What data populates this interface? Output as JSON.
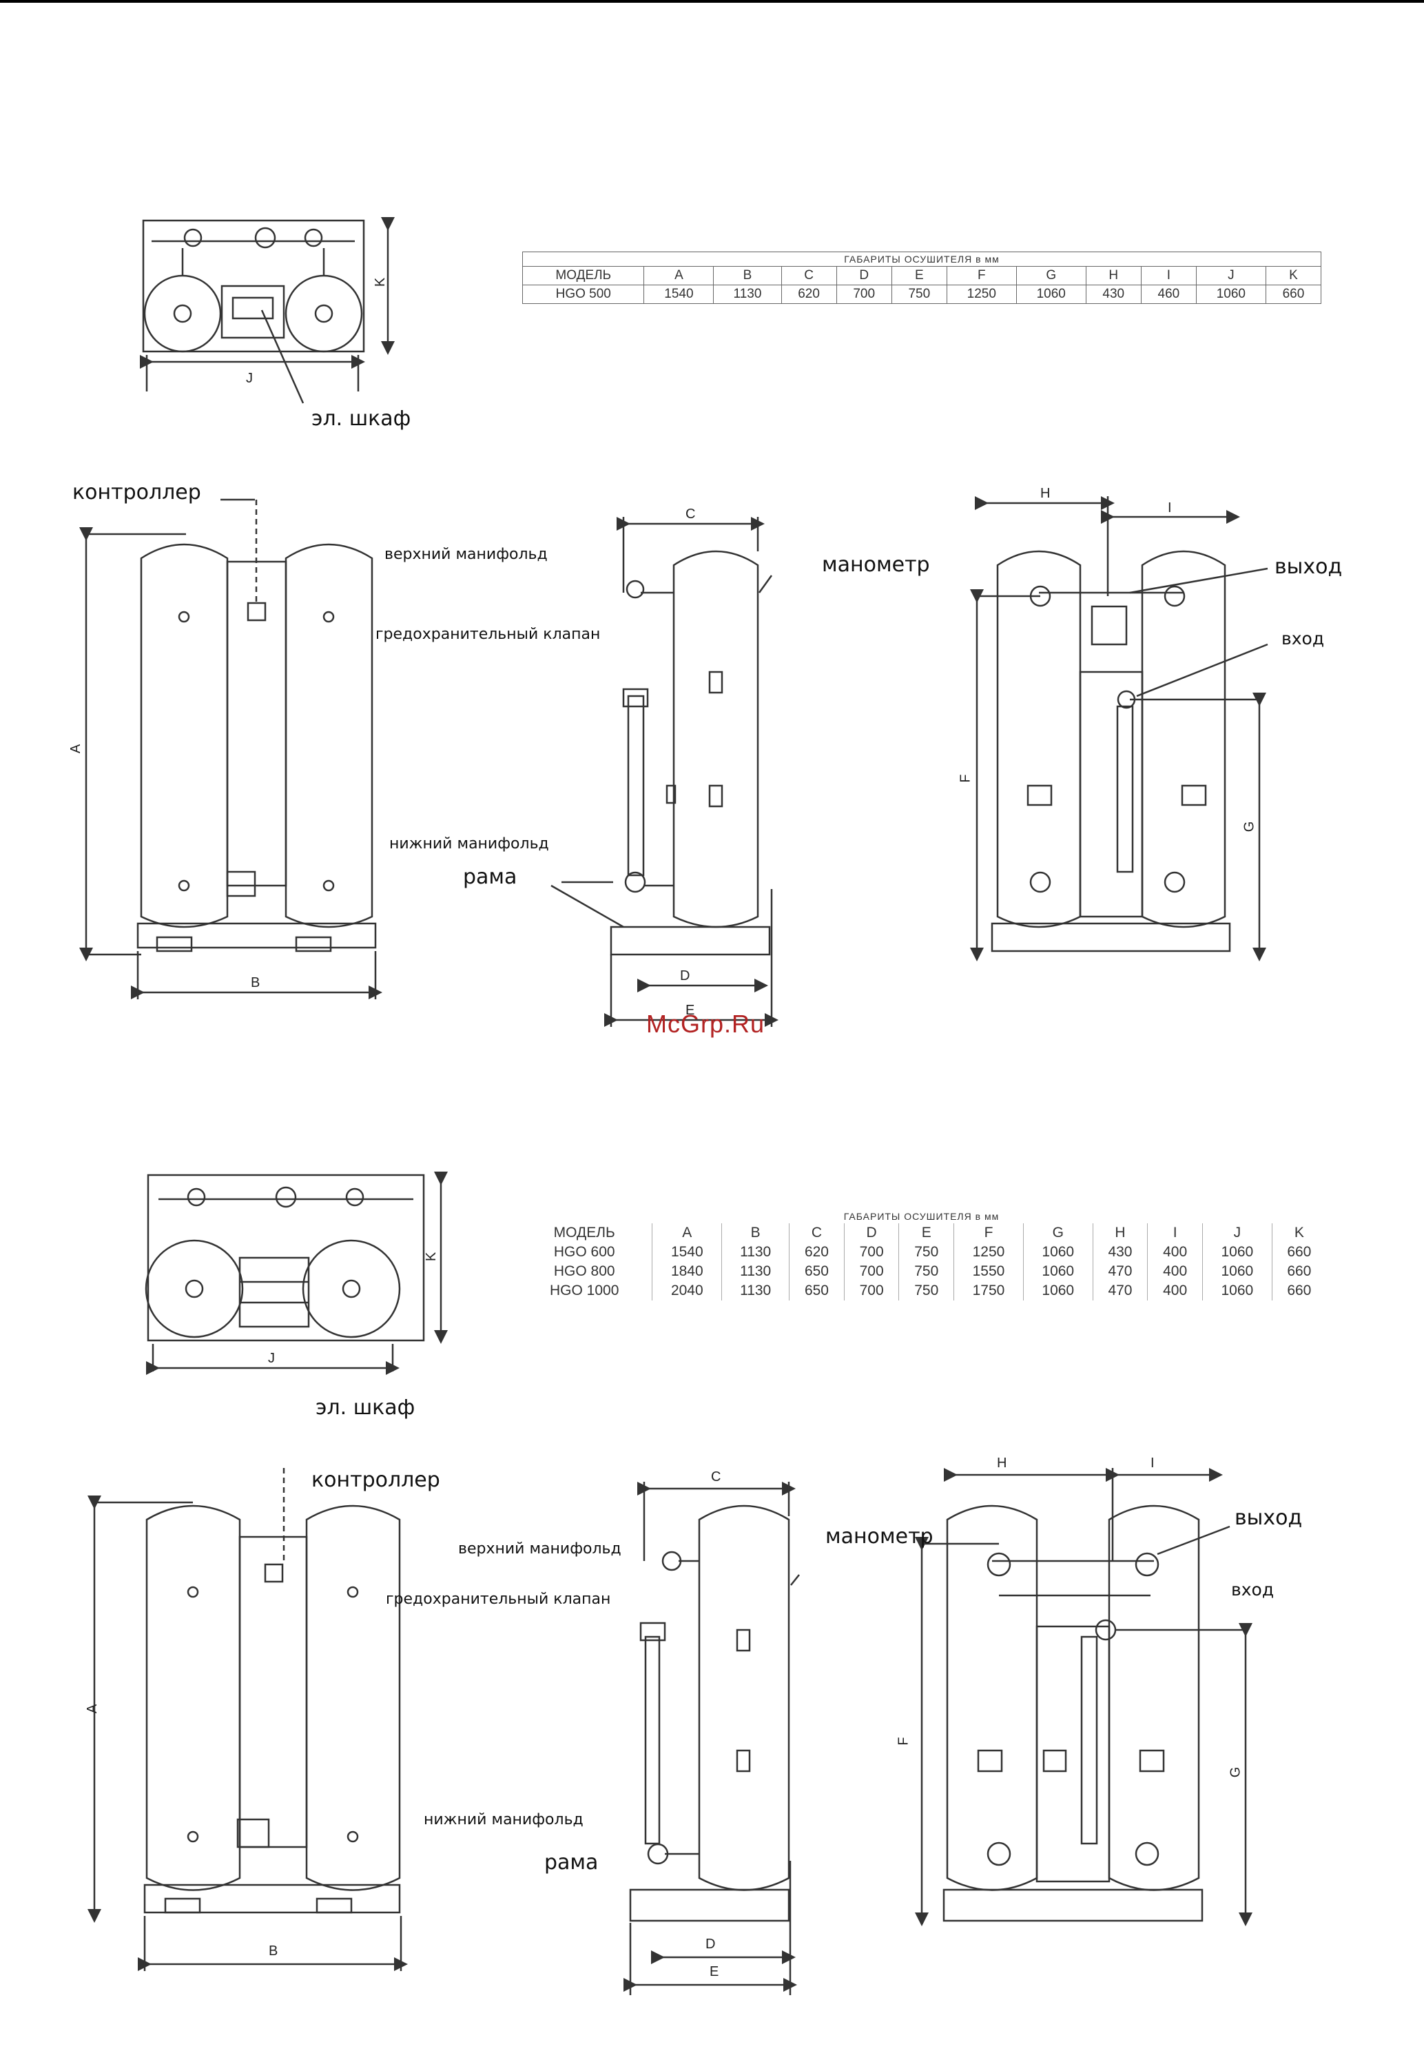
{
  "table1": {
    "caption": "ГАБАРИТЫ ОСУШИТЕЛЯ в мм",
    "headers": [
      "МОДЕЛЬ",
      "A",
      "B",
      "C",
      "D",
      "E",
      "F",
      "G",
      "H",
      "I",
      "J",
      "K"
    ],
    "rows": [
      [
        "HGO 500",
        "1540",
        "1130",
        "620",
        "700",
        "750",
        "1250",
        "1060",
        "430",
        "460",
        "1060",
        "660"
      ]
    ]
  },
  "table2": {
    "caption": "ГАБАРИТЫ ОСУШИТЕЛЯ в мм",
    "headers": [
      "МОДЕЛЬ",
      "A",
      "B",
      "C",
      "D",
      "E",
      "F",
      "G",
      "H",
      "I",
      "J",
      "K"
    ],
    "rows": [
      [
        "HGO 600",
        "1540",
        "1130",
        "620",
        "700",
        "750",
        "1250",
        "1060",
        "430",
        "400",
        "1060",
        "660"
      ],
      [
        "HGO 800",
        "1840",
        "1130",
        "650",
        "700",
        "750",
        "1550",
        "1060",
        "470",
        "400",
        "1060",
        "660"
      ],
      [
        "HGO 1000",
        "2040",
        "1130",
        "650",
        "700",
        "750",
        "1750",
        "1060",
        "470",
        "400",
        "1060",
        "660"
      ]
    ]
  },
  "labels": {
    "cabinet": "эл. шкаф",
    "controller": "контроллер",
    "top_manifold": "верхний манифольд",
    "safety_valve": "гредохранительный клапан",
    "bottom_manifold": "нижний манифольд",
    "frame": "рама",
    "gauge": "манометр",
    "outlet": "выход",
    "inlet": "вход"
  },
  "dims": {
    "A": "A",
    "B": "B",
    "C": "C",
    "D": "D",
    "E": "E",
    "F": "F",
    "G": "G",
    "H": "H",
    "I": "I",
    "J": "J",
    "K": "K"
  },
  "watermark": "McGrp.Ru"
}
